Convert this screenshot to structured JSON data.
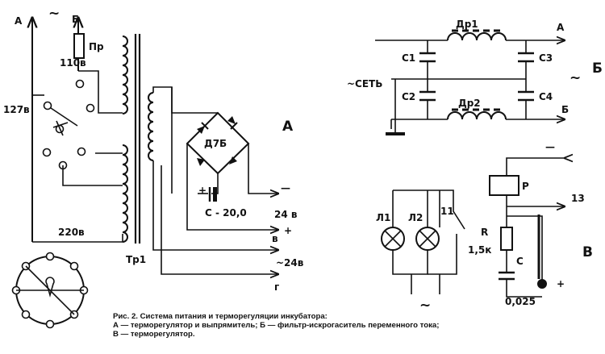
{
  "panel_a": {
    "label": "А",
    "tilde": "~",
    "term_a": "А",
    "term_b": "Б",
    "fuse": "Пр",
    "v110": "110в",
    "v127": "127в",
    "v220": "220в",
    "transformer": "Тр1",
    "diode": "Д7Б",
    "capacitor": "С - 20,0",
    "plus": "+",
    "minus": "—",
    "v24dc": "24 в",
    "term_v": "в",
    "plus2": "+",
    "v24ac": "~24в",
    "term_g": "г"
  },
  "panel_b": {
    "label": "Б",
    "tilde": "~",
    "mains": "~СЕТЬ",
    "choke1": "Др1",
    "choke2": "Др2",
    "c1": "С1",
    "c2": "С2",
    "c3": "С3",
    "c4": "С4",
    "out_a": "А",
    "out_b": "Б"
  },
  "panel_v": {
    "label": "В",
    "lamp1": "Л1",
    "lamp2": "Л2",
    "switch": "11",
    "tilde": "~",
    "relay": "Р",
    "minus": "—",
    "out": "13",
    "resistor": "R",
    "resistor_value": "1,5к",
    "capacitor": "С",
    "capacitor_value": "0,025",
    "plus": "+"
  },
  "caption": {
    "line1": "Рис. 2. Система питания и терморегуляции инкубатора:",
    "line2": "А — терморегулятор и выпрямитель; Б — фильтр-искрогаситель переменного тока;",
    "line3": "В — терморегулятор."
  }
}
